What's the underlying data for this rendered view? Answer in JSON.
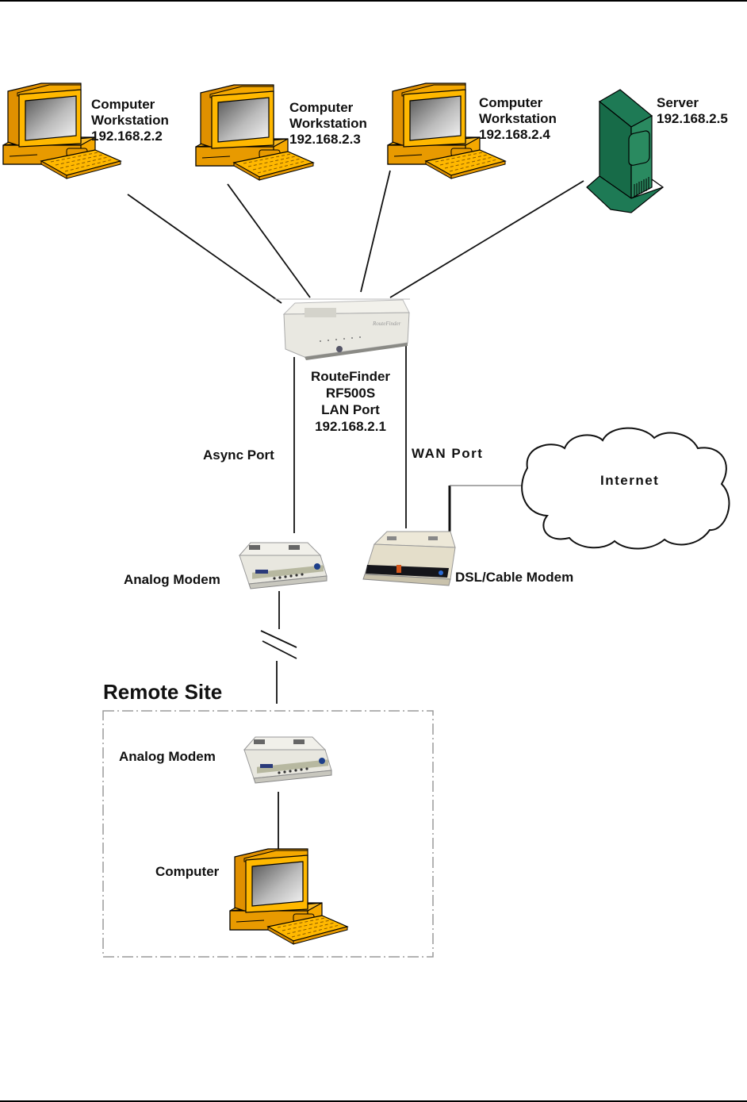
{
  "diagram": {
    "title": "Network diagram: RouteFinder RF500S with LAN, WAN and Async connections",
    "colors": {
      "workstation": "#F5A800",
      "workstation_dark": "#C98200",
      "server": "#1F7A55",
      "server_dark": "#0F5A3A",
      "device": "#ECEBE4",
      "line": "#111111",
      "boundary": "#9A9A9A"
    },
    "nodes": {
      "ws1": {
        "icon": "computer-workstation-icon",
        "lines": [
          "Computer",
          "Workstation",
          "192.168.2.2"
        ]
      },
      "ws2": {
        "icon": "computer-workstation-icon",
        "lines": [
          "Computer",
          "Workstation",
          "192.168.2.3"
        ]
      },
      "ws3": {
        "icon": "computer-workstation-icon",
        "lines": [
          "Computer",
          "Workstation",
          "192.168.2.4"
        ]
      },
      "server": {
        "icon": "server-tower-icon",
        "lines": [
          "Server",
          "192.168.2.5"
        ]
      },
      "router": {
        "icon": "router-icon",
        "lines": [
          "RouteFinder",
          "RF500S",
          "LAN Port",
          "192.168.2.1"
        ]
      },
      "analog_modem": {
        "icon": "analog-modem-icon",
        "label": "Analog Modem"
      },
      "dsl_modem": {
        "icon": "dsl-cable-modem-icon",
        "label": "DSL/Cable Modem"
      },
      "internet": {
        "icon": "cloud-icon",
        "label": "Internet"
      },
      "remote_modem": {
        "icon": "analog-modem-icon",
        "label": "Analog Modem"
      },
      "remote_computer": {
        "icon": "computer-workstation-icon",
        "label": "Computer"
      }
    },
    "port_labels": {
      "async": "Async Port",
      "wan": "WAN Port"
    },
    "remote_site": {
      "title": "Remote Site"
    }
  }
}
